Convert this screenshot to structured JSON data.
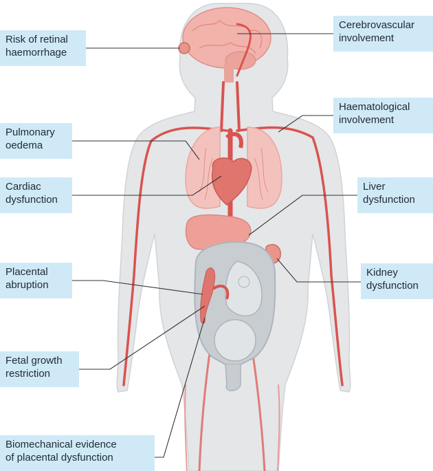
{
  "labels": {
    "retinal": {
      "line1": "Risk of retinal",
      "line2": "haemorrhage"
    },
    "pulmonary": {
      "line1": "Pulmonary",
      "line2": "oedema"
    },
    "cardiac": {
      "line1": "Cardiac",
      "line2": "dysfunction"
    },
    "placental_abruption": {
      "line1": "Placental",
      "line2": "abruption"
    },
    "fetal_growth": {
      "line1": "Fetal growth",
      "line2": "restriction"
    },
    "biomechanical": {
      "line1": "Biomechanical evidence",
      "line2": "of placental dysfunction"
    },
    "cerebrovascular": {
      "line1": "Cerebrovascular",
      "line2": "involvement"
    },
    "haematological": {
      "line1": "Haematological",
      "line2": "involvement"
    },
    "liver": {
      "line1": "Liver",
      "line2": "dysfunction"
    },
    "kidney": {
      "line1": "Kidney",
      "line2": "dysfunction"
    }
  },
  "colors": {
    "label_bg": "#cfe9f7",
    "body_silhouette": "#e4e6e8",
    "body_outline": "#d0d3d6",
    "organ_pink": "#f2b3ad",
    "organ_dark": "#e0756d",
    "artery_red": "#d9534f",
    "uterus_grey": "#c8cdd2",
    "fetus_grey": "#e1e4e7",
    "leader_line": "#333333"
  }
}
